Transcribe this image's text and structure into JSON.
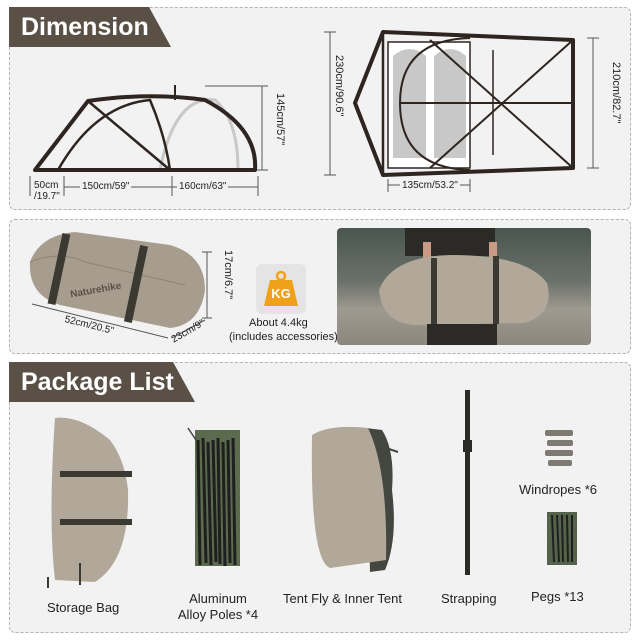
{
  "sections": {
    "dimension_title": "Dimension",
    "package_title": "Package List"
  },
  "dimension": {
    "side_height": "145cm/57\"",
    "side_left_gap_top": "50cm",
    "side_left_gap_bottom": "/19.7\"",
    "side_mid": "150cm/59\"",
    "side_right": "160cm/63\"",
    "top_length": "230cm/90.6\"",
    "top_inner_length": "210cm/82.7\"",
    "top_width": "135cm/53.2\""
  },
  "packed": {
    "length": "52cm/20.5\"",
    "width": "23cm/9\"",
    "height": "17cm/6.7\"",
    "brand": "Naturehike",
    "weight_icon_text": "KG",
    "weight": "About 4.4kg",
    "weight_note": "(includes accessories)"
  },
  "items": [
    {
      "label": "Storage Bag"
    },
    {
      "label": "Aluminum\nAlloy Poles *4"
    },
    {
      "label": "Tent Fly & Inner Tent"
    },
    {
      "label": "Strapping"
    },
    {
      "label": "Windropes *6"
    },
    {
      "label": "Pegs *13"
    }
  ],
  "colors": {
    "tab": "#5a5046",
    "tent_outline": "#2e2420",
    "fabric": "#a79d8f",
    "kg_badge": "#f0a019"
  }
}
